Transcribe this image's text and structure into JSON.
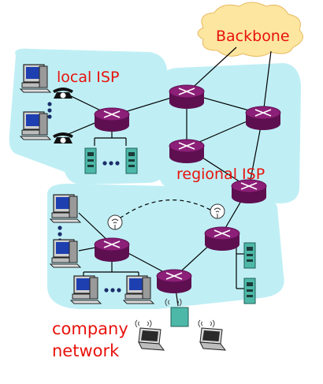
{
  "labels": {
    "backbone": "Backbone",
    "local_isp": "local ISP",
    "regional_isp": "regional ISP",
    "company_line1": "company",
    "company_line2": "network"
  },
  "colors": {
    "region_fill": "#bfeff5",
    "cloud_fill": "#fce6a0",
    "router_fill": "#8c1f78",
    "server_fill": "#4db8a8",
    "label_red": "#e8120c",
    "link": "#000000"
  },
  "icons": [
    "router-icon",
    "telephone-icon",
    "desktop-computer-icon",
    "server-icon",
    "laptop-icon",
    "wireless-antenna-icon",
    "access-point-icon",
    "cloud-icon"
  ]
}
